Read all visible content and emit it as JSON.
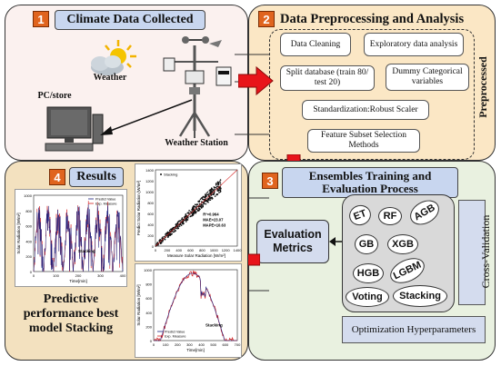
{
  "panel1": {
    "number": "1",
    "title": "Climate Data Collected",
    "weather_label": "Weather",
    "pc_label": "PC/store",
    "station_label": "Weather Station"
  },
  "panel2": {
    "number": "2",
    "title": "Data Preprocessing and Analysis",
    "steps": [
      "Data Cleaning",
      "Exploratory data analysis",
      "Split database (train 80/ test 20)",
      "Dummy Categorical variables",
      "Standardization:Robust Scaler",
      "Feature Subset Selection Methods"
    ],
    "side_label": "Preprocessed"
  },
  "panel3": {
    "number": "3",
    "title": "Ensembles Training and Evaluation Process",
    "evaluation": "Evaluation Metrics",
    "models": [
      "ET",
      "RF",
      "AGB",
      "GB",
      "XGB",
      "HGB",
      "LGBM",
      "Voting",
      "Stacking"
    ],
    "cross_validation": "Cross-Validation",
    "optimization": "Optimization Hyperparameters"
  },
  "panel4": {
    "number": "4",
    "title": "Results",
    "conclusion": "Predictive performance best model Stacking",
    "plot_left": {
      "legend": [
        "Predict Value",
        "Exp. Measure"
      ],
      "annotation": "Stacking",
      "ylabel": "Solar Radiation [W/m²]",
      "xlabel": "Time[min]",
      "yticks": [
        "1000",
        "800",
        "600",
        "400",
        "200",
        "0"
      ],
      "xticks": [
        "0",
        "100",
        "200",
        "300",
        "400"
      ]
    },
    "plot_scatter": {
      "legend": "Stacking",
      "ylabel": "Predict Solar Radiation [W/m²]",
      "xlabel": "Measure Solar Radiation [W/m²]",
      "stats": [
        "R²=0.964",
        "MAE=23.07",
        "MAPE=10.63"
      ],
      "yticks": [
        "1400",
        "1200",
        "1000",
        "800",
        "600",
        "400",
        "200",
        "0"
      ],
      "xticks": [
        "0",
        "200",
        "400",
        "600",
        "800",
        "1000",
        "1200",
        "1400"
      ]
    },
    "plot_bottom": {
      "legend": [
        "Predict Value",
        "Exp. Measure"
      ],
      "annotation": "Stacking",
      "ylabel": "Solar Radiation [W/m²]",
      "xlabel": "Time[min]",
      "yticks": [
        "1000",
        "800",
        "600",
        "400",
        "200",
        "0"
      ],
      "xticks": [
        "0",
        "100",
        "200",
        "300",
        "400",
        "500",
        "600",
        "700"
      ]
    }
  },
  "colors": {
    "arrow_red": "#e8141a",
    "orange_num": "#e0641e",
    "title_blue": "#c8d6ef",
    "eval_blue": "#d4dcee",
    "models_bg": "#d9d9d9",
    "predict_line": "#1a2080",
    "measure_line": "#d42020"
  }
}
